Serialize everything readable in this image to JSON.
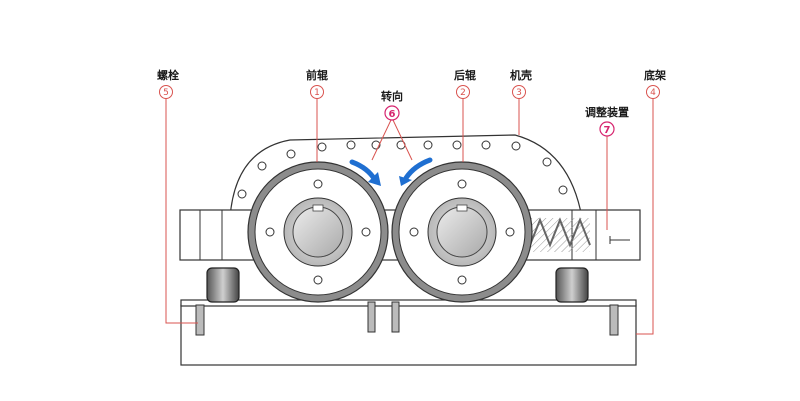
{
  "labels": {
    "bolt": {
      "text": "螺栓",
      "num": "5"
    },
    "front_roll": {
      "text": "前辊",
      "num": "1"
    },
    "rotation": {
      "text": "转向",
      "num": "6"
    },
    "rear_roll": {
      "text": "后辊",
      "num": "2"
    },
    "housing": {
      "text": "机壳",
      "num": "3"
    },
    "base": {
      "text": "底架",
      "num": "4"
    },
    "adjuster": {
      "text": "调整装置",
      "num": "7"
    }
  },
  "colors": {
    "accent": "#d9534f",
    "highlight_number": "#d6246e",
    "arrow": "#1f6fd1",
    "metal_light": "#d8d8d8",
    "metal_dark": "#8a8a8a"
  }
}
